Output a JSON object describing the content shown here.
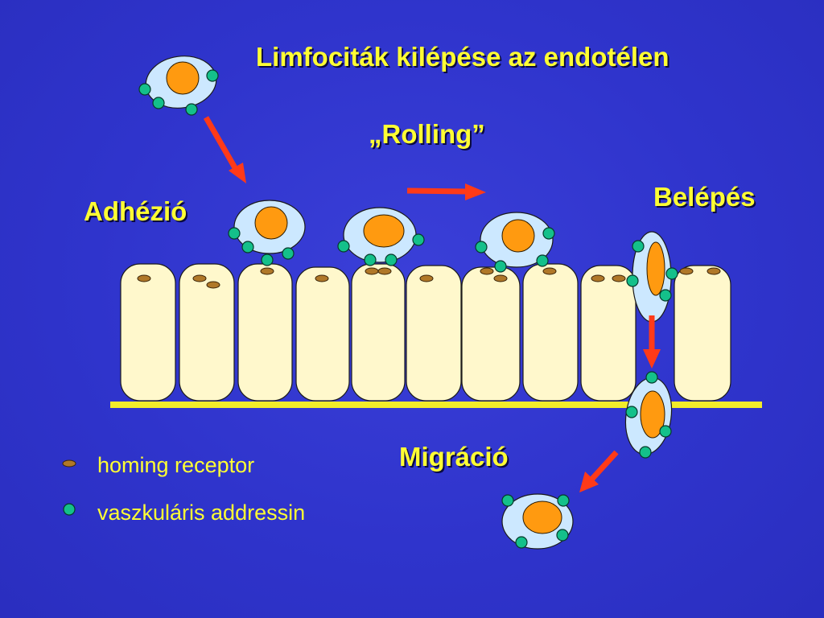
{
  "title": "Limfociták kilépése az endotélen",
  "labels": {
    "rolling": "„Rolling”",
    "adhesion": "Adhézió",
    "entry": "Belépés",
    "migration": "Migráció"
  },
  "legend": [
    {
      "symbol": "homing-receptor-icon",
      "text": "homing receptor"
    },
    {
      "symbol": "vascular-addressin-icon",
      "text": "vaszkuláris addressin"
    }
  ],
  "colors": {
    "background": "#2f34cc",
    "label_text": "#ffff33",
    "endothelial_cell": "#fff8cc",
    "basement_membrane": "#f2ec2a",
    "lymphocyte_body": "#cce8ff",
    "lymphocyte_nucleus": "#ff9a10",
    "homing_receptor": "#b07828",
    "vascular_addressin": "#14c08a",
    "arrow": "#ff3a18"
  }
}
